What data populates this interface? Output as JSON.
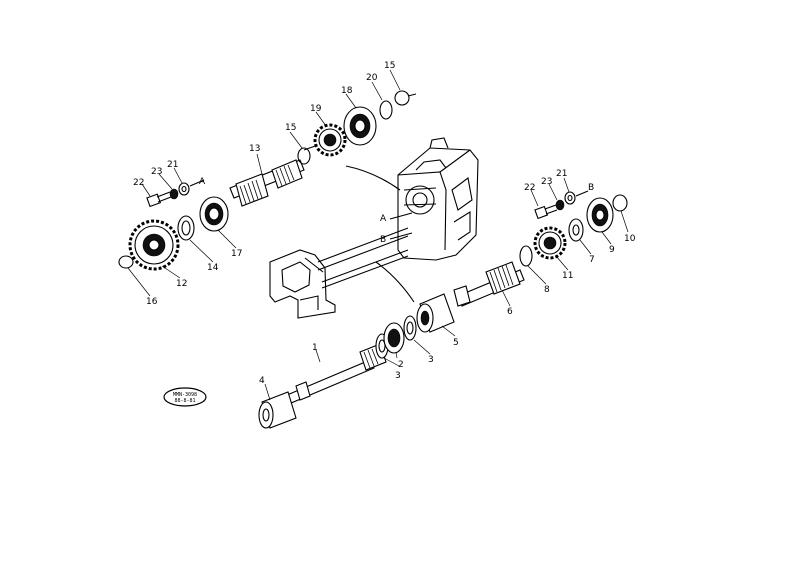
{
  "diagram": {
    "callouts": [
      {
        "id": "c1",
        "text": "1"
      },
      {
        "id": "c2",
        "text": "2"
      },
      {
        "id": "c3a",
        "text": "3"
      },
      {
        "id": "c3b",
        "text": "3"
      },
      {
        "id": "c4",
        "text": "4"
      },
      {
        "id": "c5",
        "text": "5"
      },
      {
        "id": "c6",
        "text": "6"
      },
      {
        "id": "c7",
        "text": "7"
      },
      {
        "id": "c8",
        "text": "8"
      },
      {
        "id": "c9",
        "text": "9"
      },
      {
        "id": "c10",
        "text": "10"
      },
      {
        "id": "c11",
        "text": "11"
      },
      {
        "id": "c12",
        "text": "12"
      },
      {
        "id": "c13",
        "text": "13"
      },
      {
        "id": "c14",
        "text": "14"
      },
      {
        "id": "c15a",
        "text": "15"
      },
      {
        "id": "c15b",
        "text": "15"
      },
      {
        "id": "c16",
        "text": "16"
      },
      {
        "id": "c17",
        "text": "17"
      },
      {
        "id": "c18",
        "text": "18"
      },
      {
        "id": "c19",
        "text": "19"
      },
      {
        "id": "c20",
        "text": "20"
      },
      {
        "id": "c21a",
        "text": "21"
      },
      {
        "id": "c21b",
        "text": "21"
      },
      {
        "id": "c22a",
        "text": "22"
      },
      {
        "id": "c22b",
        "text": "22"
      },
      {
        "id": "c23a",
        "text": "23"
      },
      {
        "id": "c23b",
        "text": "23"
      }
    ],
    "reference_letters": {
      "left_a": "A",
      "right_b": "B",
      "housing_a": "A",
      "housing_b": "B"
    },
    "stamp": {
      "line1": "MMN-3098",
      "line2": "88-8-81"
    }
  }
}
